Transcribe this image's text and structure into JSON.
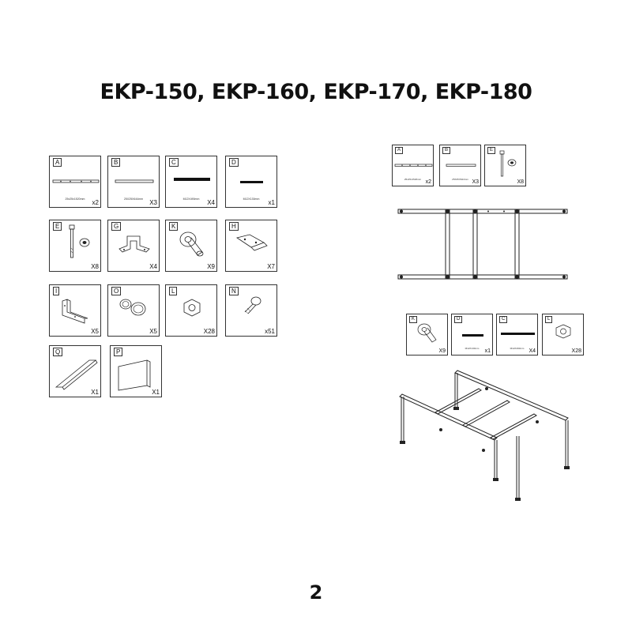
{
  "title": "EKP-150, EKP-160, EKP-170, EKP-180",
  "page_number": "2",
  "parts": [
    {
      "id": "A",
      "qty": "x2",
      "icon": "long-rail-icon",
      "dim": "25x25x1520mm"
    },
    {
      "id": "B",
      "qty": "X3",
      "icon": "crossbar-icon",
      "dim": "25X25X644mm"
    },
    {
      "id": "C",
      "qty": "X4",
      "icon": "threaded-rod-icon",
      "dim": "M12X490mm"
    },
    {
      "id": "D",
      "qty": "x1",
      "icon": "short-rod-icon",
      "dim": "M12X130mm"
    },
    {
      "id": "E",
      "qty": "X8",
      "icon": "bolt-nut-icon"
    },
    {
      "id": "G",
      "qty": "X4",
      "icon": "bracket-icon"
    },
    {
      "id": "K",
      "qty": "X9",
      "icon": "leg-foot-icon"
    },
    {
      "id": "H",
      "qty": "X7",
      "icon": "clip-plate-icon"
    },
    {
      "id": "I",
      "qty": "X5",
      "icon": "angle-bracket-icon"
    },
    {
      "id": "O",
      "qty": "X5",
      "icon": "sleeve-icon"
    },
    {
      "id": "L",
      "qty": "X28",
      "icon": "hex-nut-icon"
    },
    {
      "id": "N",
      "qty": "x51",
      "icon": "screw-icon"
    },
    {
      "id": "Q",
      "qty": "X1",
      "icon": "panel-q-icon"
    },
    {
      "id": "P",
      "qty": "X1",
      "icon": "panel-p-icon"
    }
  ],
  "step1_parts": [
    {
      "id": "A",
      "qty": "x2",
      "dim": "25x25x1520mm"
    },
    {
      "id": "B",
      "qty": "X3",
      "dim": "25X25X644mm"
    },
    {
      "id": "E",
      "qty": "X8"
    }
  ],
  "step2_parts": [
    {
      "id": "K",
      "qty": "X9"
    },
    {
      "id": "D",
      "qty": "x1",
      "dim": "M12X130mm"
    },
    {
      "id": "C",
      "qty": "X4",
      "dim": "M12X490mm"
    },
    {
      "id": "L",
      "qty": "X28"
    }
  ]
}
